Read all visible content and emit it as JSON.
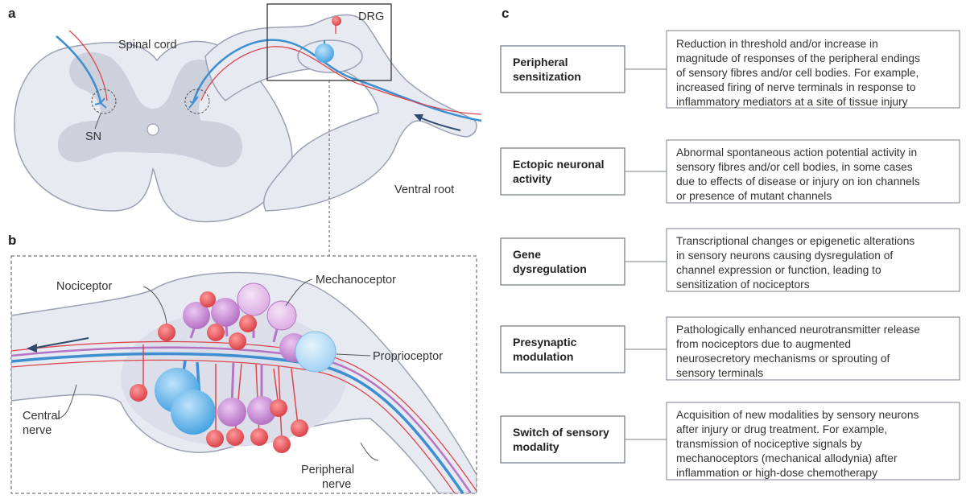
{
  "panel_a": {
    "letter": "a",
    "labels": {
      "spinal_cord": "Spinal cord",
      "drg": "DRG",
      "sn": "SN",
      "ventral_root": "Ventral root"
    }
  },
  "panel_b": {
    "letter": "b",
    "labels": {
      "nociceptor": "Nociceptor",
      "mechanoceptor": "Mechanoceptor",
      "proprioceptor": "Proprioceptor",
      "central_nerve": [
        "Central",
        "nerve"
      ],
      "peripheral_nerve": [
        "Peripheral",
        "nerve"
      ]
    }
  },
  "panel_c": {
    "letter": "c",
    "mechanisms": [
      {
        "title": [
          "Peripheral",
          "sensitization"
        ],
        "description": [
          "Reduction in threshold and/or increase in",
          "magnitude of responses of the peripheral endings",
          "of sensory fibres and/or cell bodies. For example,",
          "increased firing of nerve terminals in response to",
          "inflammatory mediators at a site of tissue injury"
        ]
      },
      {
        "title": [
          "Ectopic neuronal",
          "activity"
        ],
        "description": [
          "Abnormal spontaneous action potential activity in",
          "sensory fibres and/or cell bodies, in some cases",
          "due to effects of disease or injury on ion channels",
          "or presence of mutant channels"
        ]
      },
      {
        "title": [
          "Gene",
          "dysregulation"
        ],
        "description": [
          "Transcriptional changes or epigenetic alterations",
          "in sensory neurons causing dysregulation of",
          "channel expression or function, leading to",
          "sensitization of nociceptors"
        ]
      },
      {
        "title": [
          "Presynaptic",
          "modulation"
        ],
        "description": [
          "Pathologically enhanced neurotransmitter release",
          "from nociceptors due to augmented",
          "neurosecretory mechanisms or sprouting of",
          "sensory terminals"
        ]
      },
      {
        "title": [
          "Switch of sensory",
          "modality"
        ],
        "description": [
          "Acquisition of new modalities by sensory neurons",
          "after injury or drug treatment. For example,",
          "transmission of nociceptive signals by",
          "mechanoceptors (mechanical allodynia) after",
          "inflammation or high-dose chemotherapy"
        ]
      }
    ]
  },
  "colors": {
    "tissue": "#e8eaf2",
    "tissue_outline": "#9aa1b3",
    "grey_matter": "#cdd1dc",
    "nociceptor_red": "#e0454c",
    "mechanoceptor_purple": "#b574c4",
    "proprioceptor_blue": "#5aaee6",
    "fibre_blue": "#3d8fd1",
    "box_border": "#7a7f8c"
  }
}
